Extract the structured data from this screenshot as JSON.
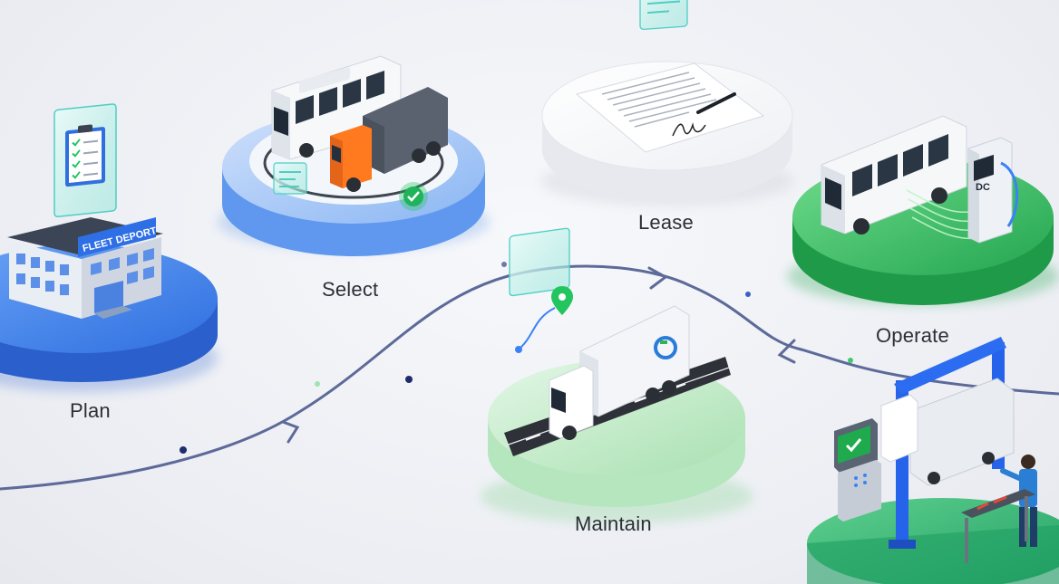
{
  "stages": [
    {
      "id": "plan",
      "label": "Plan",
      "color": "#2f6fe0"
    },
    {
      "id": "select",
      "label": "Select",
      "color": "#5b9bf0"
    },
    {
      "id": "lease",
      "label": "Lease",
      "color": "#ffffff"
    },
    {
      "id": "operate",
      "label": "Operate",
      "color": "#2fb45a"
    },
    {
      "id": "maintain",
      "label": "Maintain",
      "color": "#a8e0b0"
    }
  ],
  "signage": {
    "depot": "FLEET DEPORT",
    "charger": "DC"
  },
  "colors": {
    "flow_line": "#5d6a99",
    "accent_green": "#22c55e",
    "accent_blue": "#2563eb"
  }
}
